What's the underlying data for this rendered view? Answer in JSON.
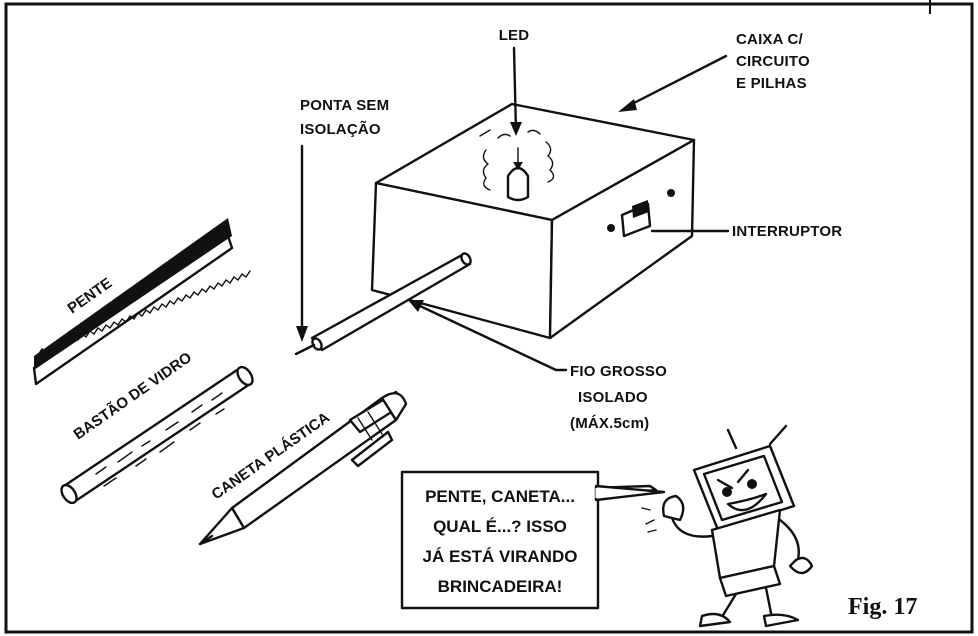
{
  "labels": {
    "led": "LED",
    "box": [
      "CAIXA C/",
      "CIRCUITO",
      "E PILHAS"
    ],
    "tip": [
      "PONTA SEM",
      "ISOLAÇÃO"
    ],
    "switch": "INTERRUPTOR",
    "wire": [
      "FIO GROSSO",
      "ISOLADO",
      "(MÁX.5cm)"
    ],
    "comb": "PENTE",
    "glass_rod": "BASTÃO DE VIDRO",
    "pen": "CANETA PLÁSTICA"
  },
  "speech_bubble": [
    "PENTE, CANETA...",
    "QUAL É...? ISSO",
    "JÁ ESTÁ VIRANDO",
    "BRINCADEIRA!"
  ],
  "figure_number": "Fig. 17"
}
